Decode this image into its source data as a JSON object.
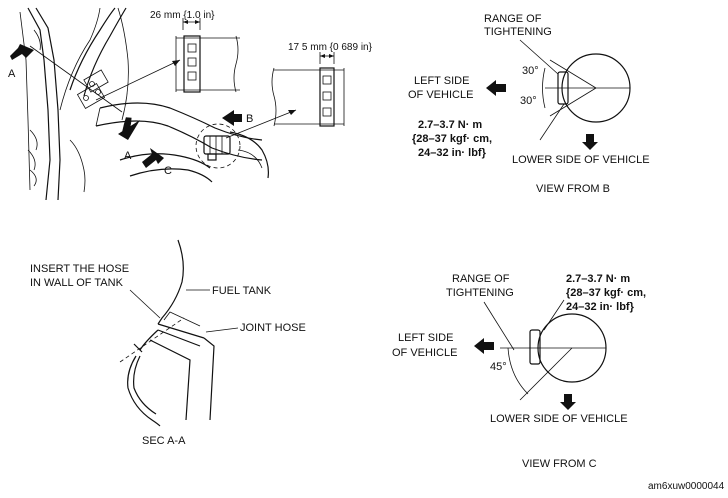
{
  "top_left": {
    "dim_1": "26 mm {1.0 in}",
    "dim_2": "17 5 mm {0 689 in}",
    "arrow_a_upper": "A",
    "arrow_a_lower": "A",
    "arrow_b": "B",
    "arrow_c": "C"
  },
  "view_b": {
    "range_line1": "RANGE OF",
    "range_line2": "TIGHTENING",
    "angle_upper": "30°",
    "angle_lower": "30°",
    "left_line1": "LEFT SIDE",
    "left_line2": "OF VEHICLE",
    "torque_line1": "2.7–3.7  N· m",
    "torque_line2": "{28–37  kgf· cm,",
    "torque_line3": "24–32  in· lbf}",
    "lower_side": "LOWER SIDE OF VEHICLE",
    "caption": "VIEW FROM B"
  },
  "section_aa": {
    "insert_line1": "INSERT THE HOSE",
    "insert_line2": "IN WALL OF TANK",
    "fuel_tank": "FUEL TANK",
    "joint_hose": "JOINT HOSE",
    "caption": "SEC  A-A"
  },
  "view_c": {
    "range_line1": "RANGE OF",
    "range_line2": "TIGHTENING",
    "torque_line1": "2.7–3.7  N· m",
    "torque_line2": "{28–37  kgf· cm,",
    "torque_line3": "24–32  in· lbf}",
    "left_line1": "LEFT SIDE",
    "left_line2": "OF VEHICLE",
    "angle": "45°",
    "lower_side": "LOWER SIDE OF VEHICLE",
    "caption": "VIEW FROM C"
  },
  "figure_id": "am6xuw0000044"
}
